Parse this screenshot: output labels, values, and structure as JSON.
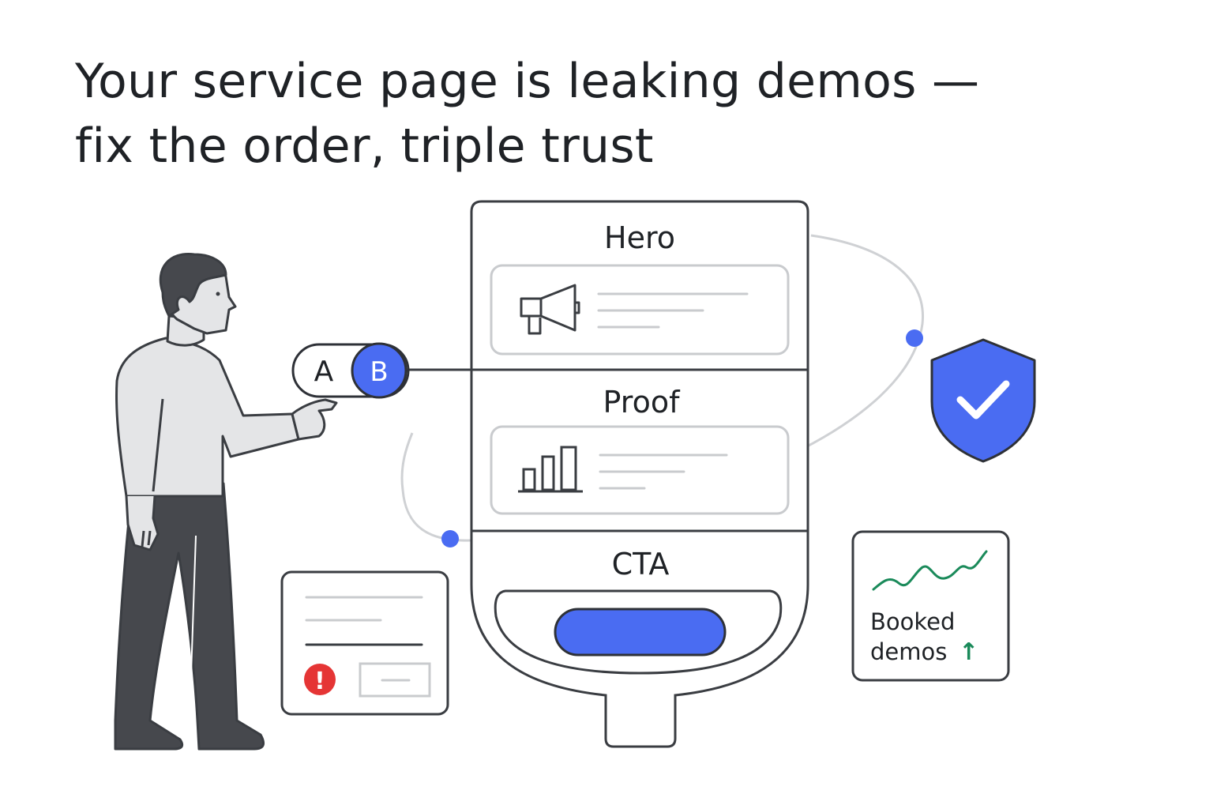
{
  "headline": {
    "line1": "Your service page is leaking demos —",
    "line2": "fix the order, triple trust"
  },
  "ab_toggle": {
    "option_a": "A",
    "option_b": "B",
    "selected": "B"
  },
  "page_sections": [
    {
      "label": "Hero",
      "icon": "megaphone-icon"
    },
    {
      "label": "Proof",
      "icon": "bar-chart-icon"
    },
    {
      "label": "CTA",
      "icon": "cta-button"
    }
  ],
  "metric_card": {
    "label_line1": "Booked",
    "label_line2": "demos",
    "trend": "up",
    "arrow": "↑"
  },
  "error_form": {
    "icon": "alert-icon",
    "alert_glyph": "!"
  },
  "trust_badge": {
    "icon": "shield-check-icon"
  },
  "colors": {
    "accent_blue": "#4a6cf2",
    "alert_red": "#e53535",
    "trend_green": "#1a8a5a",
    "outline": "#3a3d42",
    "figure_dark": "#46484d",
    "figure_light": "#e4e5e7",
    "muted_line": "#c9cbce"
  }
}
